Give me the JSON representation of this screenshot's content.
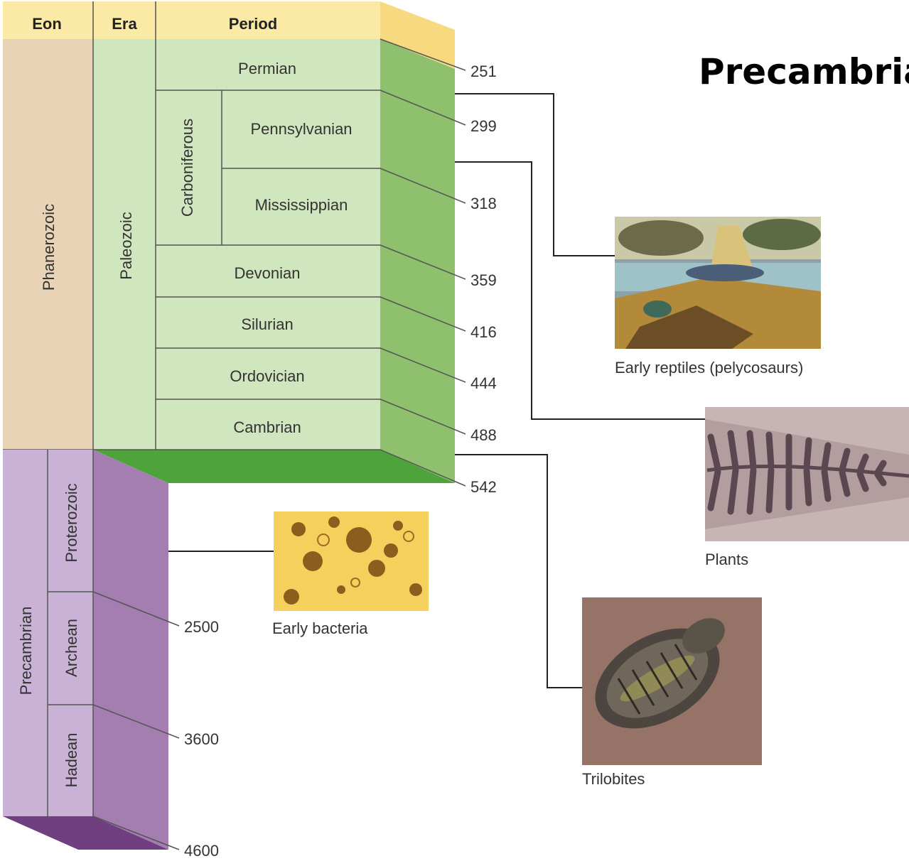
{
  "title": "Precambria",
  "headers": {
    "eon": "Eon",
    "era": "Era",
    "period": "Period"
  },
  "eons": {
    "phanerozoic": "Phanerozoic",
    "precambrian": "Precambrian"
  },
  "eras": {
    "paleozoic": "Paleozoic",
    "proterozoic": "Proterozoic",
    "archean": "Archean",
    "hadean": "Hadean"
  },
  "periods": {
    "permian": "Permian",
    "carboniferous": "Carboniferous",
    "pennsylvanian": "Pennsylvanian",
    "mississippian": "Mississippian",
    "devonian": "Devonian",
    "silurian": "Silurian",
    "ordovician": "Ordovician",
    "cambrian": "Cambrian"
  },
  "ages": {
    "a251": "251",
    "a299": "299",
    "a318": "318",
    "a359": "359",
    "a416": "416",
    "a444": "444",
    "a488": "488",
    "a542": "542",
    "a2500": "2500",
    "a3600": "3600",
    "a4600": "4600"
  },
  "captions": {
    "reptiles": "Early reptiles (pelycosaurs)",
    "plants": "Plants",
    "bacteria": "Early bacteria",
    "trilobites": "Trilobites"
  },
  "colors": {
    "eon_phanerozoic": "#e8d3b6",
    "paleozoic": "#cfe6be",
    "paleozoic_side": "#8fc06d",
    "paleozoic_bottom": "#4fa33b",
    "header": "#fbeaa6",
    "header_side": "#f7da80",
    "precambrian_front": "#c9b2d6",
    "precambrian_side": "#a57eb1",
    "precambrian_bottom": "#6f3f80"
  }
}
